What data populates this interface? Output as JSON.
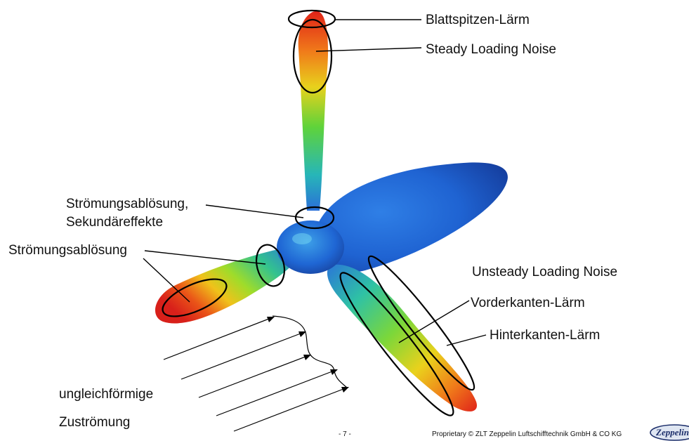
{
  "labels": {
    "blade_tip_noise": "Blattspitzen-Lärm",
    "steady_loading_noise": "Steady Loading Noise",
    "separation_secondary_line1": "Strömungsablösung,",
    "separation_secondary_line2": "Sekundäreffekte",
    "separation": "Strömungsablösung",
    "unsteady_loading_noise": "Unsteady Loading Noise",
    "leading_edge_noise": "Vorderkanten-Lärm",
    "trailing_edge_noise": "Hinterkanten-Lärm",
    "inflow_line1": "ungleichförmige",
    "inflow_line2": "Zuströmung"
  },
  "footer": {
    "page_number": "- 7 -",
    "copyright": "Proprietary © ZLT Zeppelin Luftschifftechnik GmbH & CO KG",
    "logo_text": "Zeppelin"
  },
  "colors": {
    "surface_low": "#1f5fd6",
    "surface_mid": "#2ec4a0",
    "surface_high": "#e8231a",
    "accent_yellow": "#f2d21a"
  }
}
